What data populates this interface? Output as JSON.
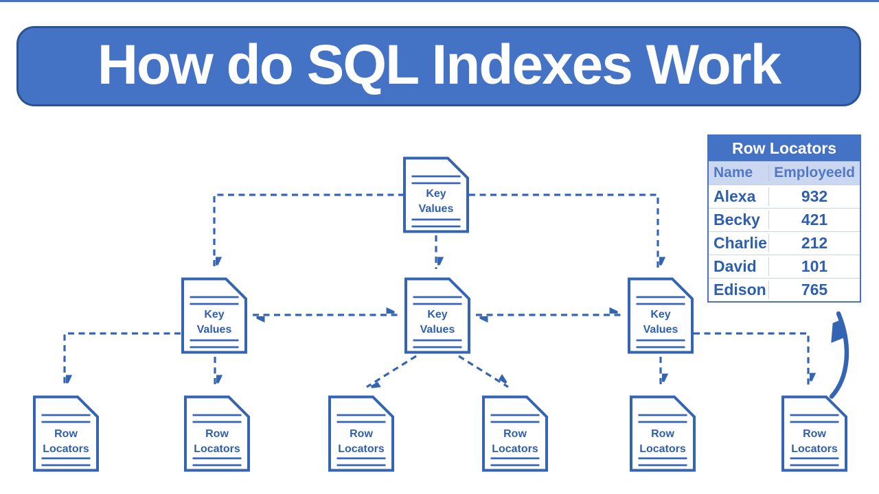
{
  "banner": {
    "title": "How do SQL Indexes Work"
  },
  "colors": {
    "accent": "#4472C4",
    "outline": "#3464B4",
    "ink": "#2E5FAF",
    "banner_border": "#2B5291",
    "header_bg": "#CBD7F0",
    "header_text": "#5278C4",
    "row_divider": "#C9D2E4"
  },
  "tree": {
    "root": {
      "line1": "Key",
      "line2": "Values"
    },
    "internal": [
      {
        "line1": "Key",
        "line2": "Values"
      },
      {
        "line1": "Key",
        "line2": "Values"
      },
      {
        "line1": "Key",
        "line2": "Values"
      }
    ],
    "leaves": [
      {
        "line1": "Row",
        "line2": "Locators"
      },
      {
        "line1": "Row",
        "line2": "Locators"
      },
      {
        "line1": "Row",
        "line2": "Locators"
      },
      {
        "line1": "Row",
        "line2": "Locators"
      },
      {
        "line1": "Row",
        "line2": "Locators"
      },
      {
        "line1": "Row",
        "line2": "Locators"
      }
    ]
  },
  "table": {
    "title": "Row Locators",
    "columns": [
      "Name",
      "EmployeeId"
    ],
    "rows": [
      {
        "name": "Alexa",
        "employee_id": "932"
      },
      {
        "name": "Becky",
        "employee_id": "421"
      },
      {
        "name": "Charlie",
        "employee_id": "212"
      },
      {
        "name": "David",
        "employee_id": "101"
      },
      {
        "name": "Edison",
        "employee_id": "765"
      }
    ]
  }
}
